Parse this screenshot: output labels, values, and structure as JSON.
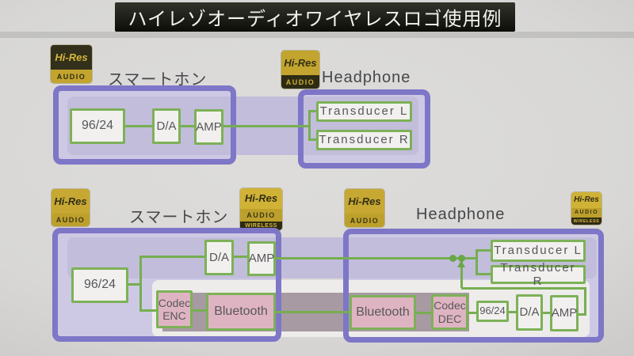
{
  "title": "ハイレゾオーディオワイヤレスロゴ使用例",
  "logo": {
    "hi_res": "Hi-Res",
    "audio": "AUDIO",
    "wireless": "WIRELESS"
  },
  "top_diagram": {
    "smartphone": {
      "label": "スマートホン",
      "source": "96/24",
      "dac": "D/A",
      "amp": "AMP"
    },
    "headphone": {
      "label": "Headphone",
      "transducer_l": "Transducer L",
      "transducer_r": "Transducer R"
    }
  },
  "bottom_diagram": {
    "smartphone": {
      "label": "スマートホン",
      "source": "96/24",
      "dac": "D/A",
      "amp": "AMP",
      "codec_enc": "Codec ENC",
      "bluetooth": "Bluetooth"
    },
    "headphone": {
      "label": "Headphone",
      "bluetooth": "Bluetooth",
      "codec_dec": "Codec DEC",
      "source": "96/24",
      "dac": "D/A",
      "amp": "AMP",
      "transducer_l": "Transducer L",
      "transducer_r": "Transducer R"
    }
  },
  "colors": {
    "device_border": "#7e76c6",
    "wire_green": "#76ae50",
    "logo_gold": "#c2a42e",
    "codec_pink": "#dfb4c2"
  }
}
